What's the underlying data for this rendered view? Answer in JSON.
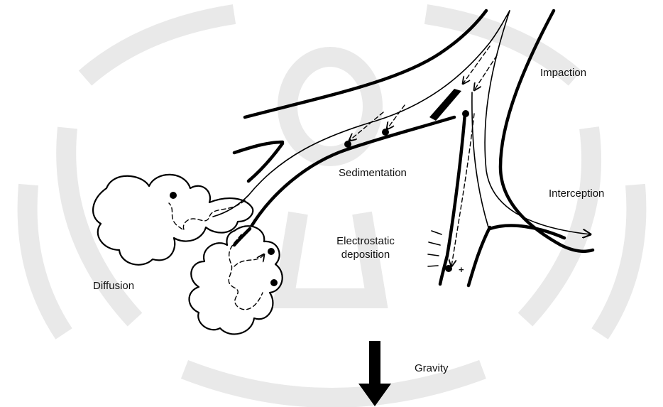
{
  "labels": {
    "impaction": "Impaction",
    "sedimentation": "Sedimentation",
    "interception": "Interception",
    "electrostatic_line1": "Electrostatic",
    "electrostatic_line2": "deposition",
    "diffusion": "Diffusion",
    "gravity": "Gravity",
    "charge_sign": "+"
  },
  "colors": {
    "ink": "#000000",
    "watermark": "#e9e9e9",
    "background": "#ffffff"
  },
  "icons": {
    "gravity_arrow": "down-arrow-icon"
  }
}
